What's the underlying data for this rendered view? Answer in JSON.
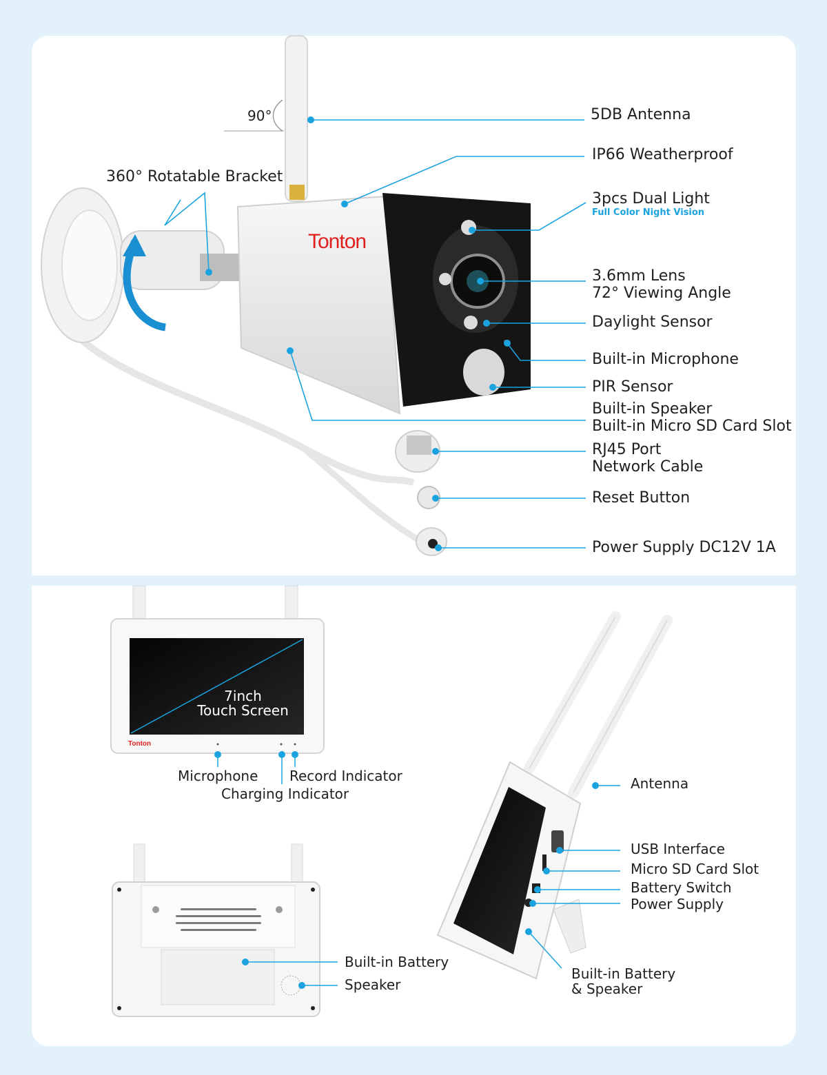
{
  "colors": {
    "accent": "#1aa3df",
    "background": "#e3f1fa",
    "brand": "#e0201c"
  },
  "camera": {
    "brand": "Tonton",
    "angle_label": "90°",
    "bracket_label": "360° Rotatable Bracket",
    "labels": [
      {
        "id": "antenna",
        "text": "5DB Antenna"
      },
      {
        "id": "weatherproof",
        "text": "IP66 Weatherproof"
      },
      {
        "id": "dual-light",
        "text": "3pcs Dual Light",
        "sub": "Full Color Night Vision"
      },
      {
        "id": "lens",
        "text": "3.6mm Lens",
        "sub": "72° Viewing Angle"
      },
      {
        "id": "daylight-sensor",
        "text": "Daylight Sensor"
      },
      {
        "id": "microphone",
        "text": "Built-in Microphone"
      },
      {
        "id": "pir-sensor",
        "text": "PIR Sensor"
      },
      {
        "id": "speaker-sd",
        "text": "Built-in Speaker",
        "sub": "Built-in Micro SD Card Slot"
      },
      {
        "id": "rj45",
        "text": "RJ45 Port",
        "sub": "Network Cable"
      },
      {
        "id": "reset",
        "text": "Reset Button"
      },
      {
        "id": "power",
        "text": "Power Supply DC12V 1A"
      }
    ]
  },
  "monitor": {
    "brand": "Tonton",
    "screen_line1": "7inch",
    "screen_line2": "Touch Screen",
    "front": {
      "microphone": "Microphone",
      "record_indicator": "Record Indicator",
      "charging_indicator": "Charging Indicator"
    },
    "back": {
      "battery": "Built-in Battery",
      "speaker": "Speaker"
    },
    "side": {
      "antenna": "Antenna",
      "usb": "USB Interface",
      "sd": "Micro SD Card Slot",
      "battery_switch": "Battery Switch",
      "power": "Power Supply",
      "battery_speaker_1": "Built-in Battery",
      "battery_speaker_2": "& Speaker"
    }
  }
}
